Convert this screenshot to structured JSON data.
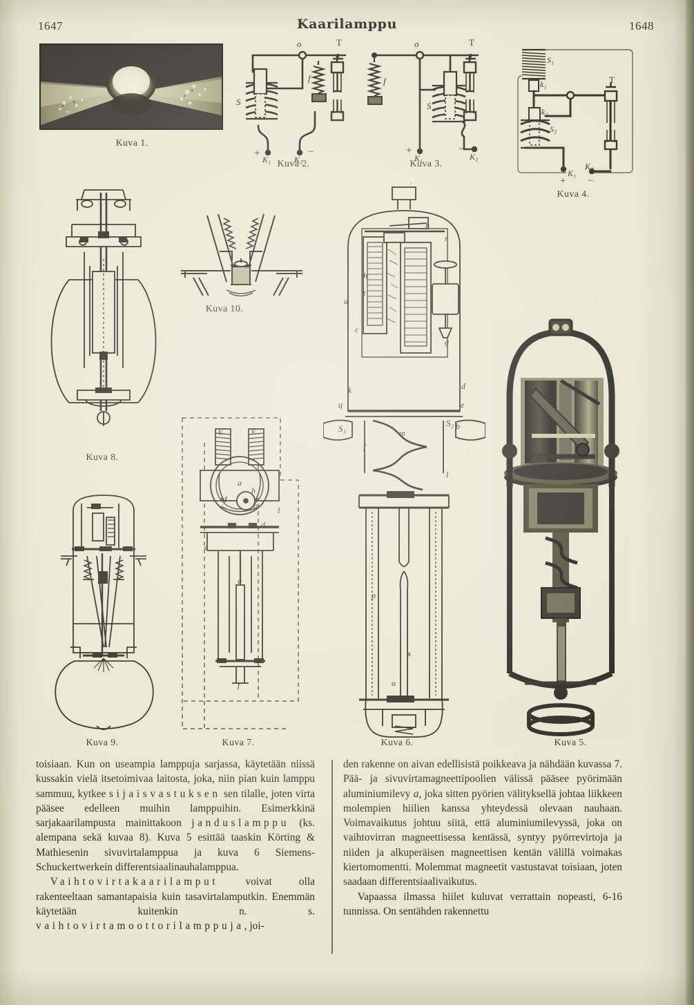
{
  "header": {
    "folio_left": "1647",
    "headword": "Kaarilamppu",
    "folio_right": "1648"
  },
  "figures": [
    {
      "id": "kuva1",
      "caption": "Kuva 1.",
      "kind": "halftone-photograph",
      "subject": "valokaari kahden hiilielektrodin välissä"
    },
    {
      "id": "kuva2",
      "caption": "Kuva 2.",
      "kind": "circuit-diagram",
      "labels": [
        "o",
        "T",
        "f",
        "S",
        "K₁",
        "K₂",
        "+",
        "−"
      ]
    },
    {
      "id": "kuva3",
      "caption": "Kuva 3.",
      "kind": "circuit-diagram",
      "labels": [
        "o",
        "T",
        "f",
        "S",
        "K₁",
        "K₂",
        "+",
        "−"
      ]
    },
    {
      "id": "kuva4",
      "caption": "Kuva 4.",
      "kind": "circuit-diagram",
      "labels": [
        "S₁",
        "S₂",
        "k₁",
        "k₂",
        "T",
        "K₁",
        "K₂",
        "+",
        "−"
      ]
    },
    {
      "id": "kuva5",
      "caption": "Kuva 5.",
      "kind": "halftone-photograph",
      "subject": "Körting & Mathiesenin sivuvirtalamppu"
    },
    {
      "id": "kuva6",
      "caption": "Kuva 6.",
      "kind": "sectional-drawing",
      "subject": "Siemens-Schuckertwerkein differentsiaalinauhalamppu",
      "labels": [
        "a",
        "b",
        "c",
        "d",
        "e",
        "f",
        "g",
        "h",
        "k",
        "l",
        "m",
        "n",
        "o",
        "p",
        "q",
        "r",
        "s",
        "t",
        "S₁",
        "S₂"
      ]
    },
    {
      "id": "kuva7",
      "caption": "Kuva 7.",
      "kind": "schematic-drawing",
      "subject": "vaihtovirtamoottorilamppu",
      "labels": [
        "a",
        "b",
        "c",
        "d",
        "e",
        "f",
        "g",
        "h",
        "l",
        "E",
        "E"
      ]
    },
    {
      "id": "kuva8",
      "caption": "Kuva 8.",
      "kind": "sectional-drawing",
      "subject": "janduslamppu"
    },
    {
      "id": "kuva9",
      "caption": "Kuva 9.",
      "kind": "line-drawing",
      "subject": "kaarilamppu pallokuvulla"
    },
    {
      "id": "kuva10",
      "caption": "Kuva 10.",
      "kind": "detail-drawing",
      "subject": "hiilien pidin"
    }
  ],
  "body": {
    "left_column": [
      {
        "indent": false,
        "runs": [
          {
            "t": "toisiaan. Kun on useampia lamppuja sarjassa, käytetään niissä kussakin vielä itsetoimivaa laitosta, joka, niin pian kuin lamppu sammuu, kytkee "
          },
          {
            "t": "sijaisvastuksen",
            "style": "spaced"
          },
          {
            "t": " sen tilalle, joten virta pääsee edelleen muihin lamppuihin. Esimerkkinä sarjakaarilampusta mainittakoon "
          },
          {
            "t": "janduslamppu",
            "style": "spaced"
          },
          {
            "t": " (ks. alempana sekä kuvaa 8). Kuva 5 esittää taaskin Körting & Mathiesenin sivuvirtalamppua ja kuva 6 Siemens-Schuckertwerkein differentsiaalinauhalamppua."
          }
        ]
      },
      {
        "indent": true,
        "runs": [
          {
            "t": "Vaihtovirtakaarilamput",
            "style": "spaced"
          },
          {
            "t": " voivat olla rakenteeltaan samantapaisia kuin tasavirtalamputkin. Enemmän käytetään kuitenkin n. s. "
          },
          {
            "t": "vaihtovirtamoottorilamppuja",
            "style": "spaced"
          },
          {
            "t": ", joi-"
          }
        ]
      }
    ],
    "right_column": [
      {
        "indent": false,
        "runs": [
          {
            "t": "den rakenne on aivan edellisistä poikkeava ja nähdään kuvassa 7. Pää- ja sivuvirtamagneettipoolien välissä pääsee pyörimään aluminiumilevy "
          },
          {
            "t": "a",
            "style": "italic"
          },
          {
            "t": ", joka sitten pyörien välityksellä johtaa liikkeen molempien hiilien kanssa yhteydessä olevaan nauhaan. Voimavaikutus johtuu siitä, että aluminiumilevyssä, joka on vaihtovirran magneettisessa kentässä, syntyy pyörrevirtoja ja niiden ja alkuperäisen magneettisen kentän välillä voimakas kiertomomentti. Molemmat magneetit vastustavat toisiaan, joten saadaan differentsiaalivaikutus."
          }
        ]
      },
      {
        "indent": true,
        "runs": [
          {
            "t": "Vapaassa ilmassa hiilet kuluvat verrattain nopeasti, 6-16 tunnissa. On sentähden rakennettu"
          }
        ]
      }
    ]
  },
  "colors": {
    "paper": "#e9e7d2",
    "ink": "#2e2b1e",
    "text": "#302e22"
  }
}
